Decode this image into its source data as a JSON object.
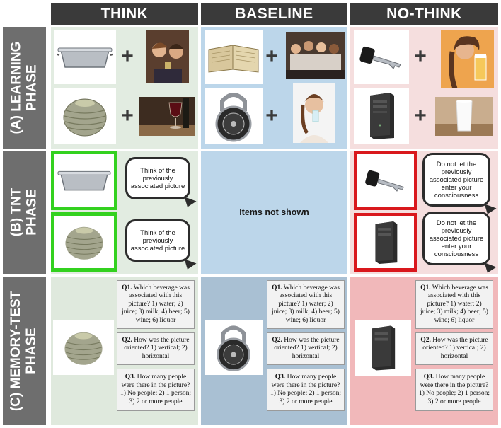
{
  "columns": [
    "THINK",
    "BASELINE",
    "NO-THINK"
  ],
  "rows": [
    "(A) LEARNING\nPHASE",
    "(B) TNT\nPHASE",
    "(C) MEMORY-TEST\nPHASE"
  ],
  "plus_symbol": "+",
  "tnt": {
    "think_prompt": "Think of the previously associated picture",
    "nothink_prompt": "Do not let the previously associated picture enter your consciousness",
    "baseline_text": "Items not shown"
  },
  "memory_test": {
    "q1_label": "Q1.",
    "q1_text": "Which beverage was associated with this picture? 1) water; 2) juice; 3) milk; 4) beer; 5) wine; 6) liquor",
    "q2_label": "Q2.",
    "q2_text": "How was the picture oriented? 1) vertical; 2) horizontal",
    "q3_label": "Q3.",
    "q3_text": "How many people were there in the picture? 1) No people; 2) 1 person; 3) 2 or more people"
  },
  "colors": {
    "think_bg": "#e2ece1",
    "baseline_bg": "#bcd6ea",
    "nothink_bg": "#f5dede",
    "memory_think_bg": "#dfe9dd",
    "memory_baseline_bg": "#a9c0d3",
    "memory_nothink_bg": "#f1b8ba",
    "header_dark": "#3a3a3a",
    "row_header": "#6e6e6e",
    "green_frame": "#33d11f",
    "red_frame": "#d9181d"
  },
  "icons": [
    "baking-pan-icon",
    "rope-coil-icon",
    "book-icon",
    "padlock-icon",
    "car-key-icon",
    "computer-tower-icon",
    "couple-drinking-icon",
    "wine-glass-icon",
    "friends-party-icon",
    "woman-drinking-water-icon",
    "woman-beer-icon",
    "milk-glass-icon"
  ]
}
